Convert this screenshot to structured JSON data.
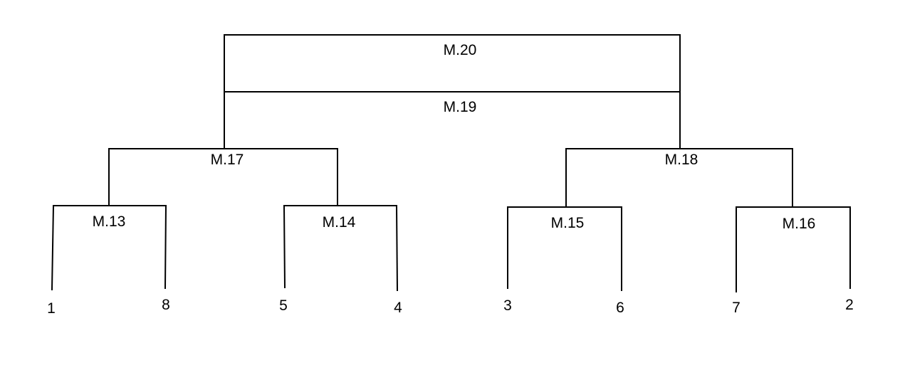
{
  "diagram": {
    "type": "dendrogram",
    "leaves": [
      {
        "id": "leaf-1",
        "label": "1"
      },
      {
        "id": "leaf-8",
        "label": "8"
      },
      {
        "id": "leaf-5",
        "label": "5"
      },
      {
        "id": "leaf-4",
        "label": "4"
      },
      {
        "id": "leaf-3",
        "label": "3"
      },
      {
        "id": "leaf-6",
        "label": "6"
      },
      {
        "id": "leaf-7",
        "label": "7"
      },
      {
        "id": "leaf-2",
        "label": "2"
      }
    ],
    "merges": [
      {
        "id": "m13",
        "label": "M.13",
        "children": [
          "leaf-1",
          "leaf-8"
        ]
      },
      {
        "id": "m14",
        "label": "M.14",
        "children": [
          "leaf-5",
          "leaf-4"
        ]
      },
      {
        "id": "m15",
        "label": "M.15",
        "children": [
          "leaf-3",
          "leaf-6"
        ]
      },
      {
        "id": "m16",
        "label": "M.16",
        "children": [
          "leaf-7",
          "leaf-2"
        ]
      },
      {
        "id": "m17",
        "label": "M.17",
        "children": [
          "m13",
          "m14"
        ]
      },
      {
        "id": "m18",
        "label": "M.18",
        "children": [
          "m15",
          "m16"
        ]
      },
      {
        "id": "m19",
        "label": "M.19",
        "children": [
          "m17",
          "m18"
        ]
      },
      {
        "id": "m20",
        "label": "M.20",
        "children": [
          "m19"
        ]
      }
    ]
  },
  "colors": {
    "line": "#000000",
    "text": "#000000",
    "background": "#ffffff"
  }
}
